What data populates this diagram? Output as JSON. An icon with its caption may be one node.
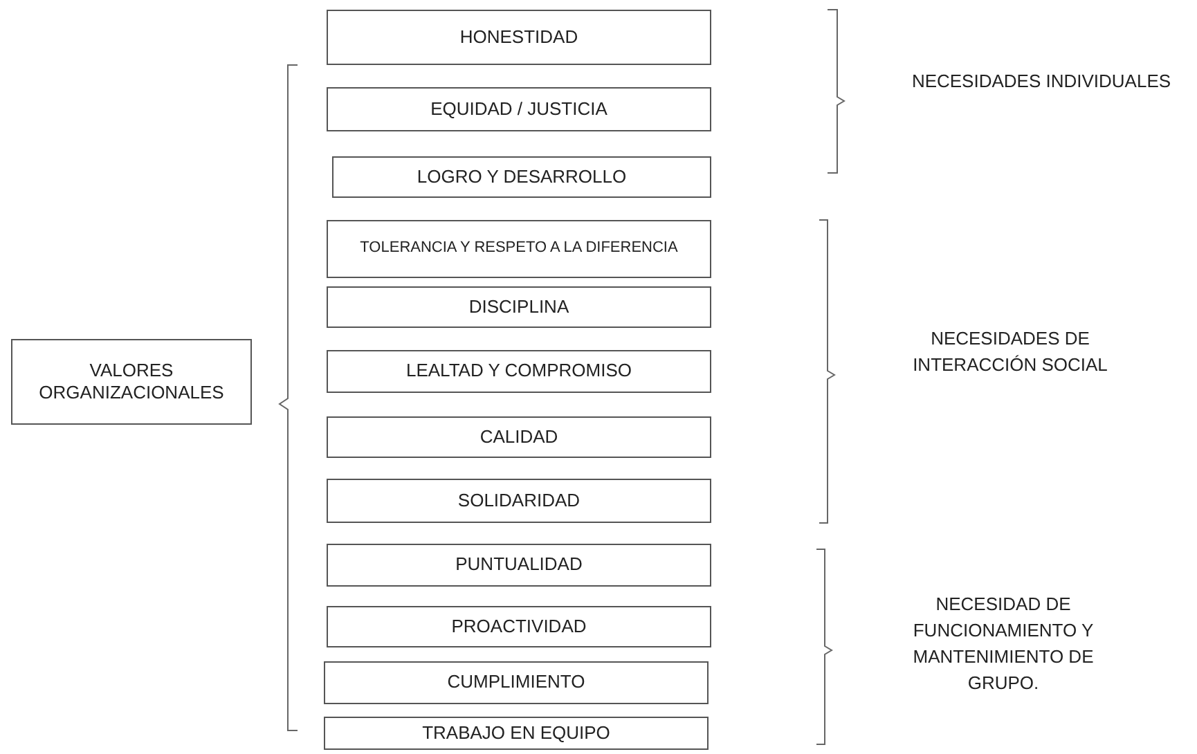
{
  "diagram": {
    "nodes": [
      {
        "text": [
          "VALORES ORGANIZACIONALES"
        ]
      },
      {
        "text": [
          "HONESTIDAD"
        ]
      },
      {
        "text": [
          "EQUIDAD / JUSTICIA"
        ]
      },
      {
        "text": [
          "LOGRO Y DESARROLLO"
        ]
      },
      {
        "text": [
          "TOLERANCIA Y RESPETO A LA DIFERENCIA"
        ]
      },
      {
        "text": [
          "DISCIPLINA"
        ]
      },
      {
        "text": [
          "LEALTAD Y COMPROMISO"
        ]
      },
      {
        "text": [
          "CALIDAD"
        ]
      },
      {
        "text": [
          "SOLIDARIDAD"
        ]
      },
      {
        "text": [
          "PUNTUALIDAD"
        ]
      },
      {
        "text": [
          "PROACTIVIDAD"
        ]
      },
      {
        "text": [
          "CUMPLIMIENTO"
        ]
      },
      {
        "text": [
          "TRABAJO EN EQUIPO"
        ]
      }
    ],
    "labels": [
      "NECESIDADES INDIVIDUALES",
      "NECESIDADES DE INTERACCIÓN SOCIAL",
      "NECESIDAD DE FUNCIONAMIENTO Y MANTENIMIENTO DE GRUPO."
    ]
  }
}
